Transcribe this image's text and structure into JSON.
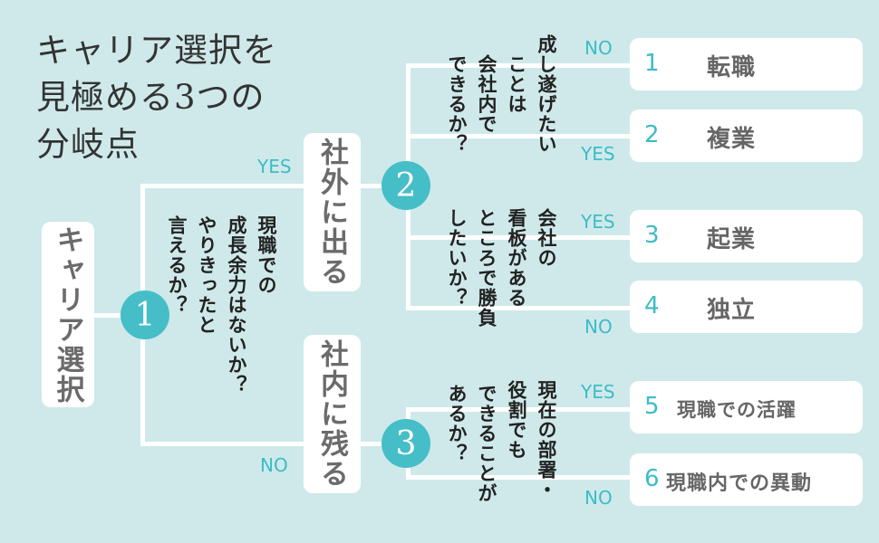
{
  "title": {
    "lines": [
      "キャリア選択を",
      "見極める3つの",
      "分岐点"
    ]
  },
  "start": {
    "label": "キャリア選択"
  },
  "nodes": [
    {
      "number": "1",
      "question_lines": [
        "現職での",
        "成長余力はないか？",
        "やりきったと",
        "言えるか？"
      ]
    },
    {
      "number": "2",
      "question_lines": [
        "成し遂げたい",
        "ことは",
        "会社内で",
        "できるか？"
      ],
      "question2_lines": [
        "会社の",
        "看板がある",
        "ところで勝負",
        "したいか？"
      ]
    },
    {
      "number": "3",
      "question_lines": [
        "現在の部署・",
        "役割でも",
        "できることが",
        "あるか？"
      ]
    }
  ],
  "branches": {
    "outside": "社外に出る",
    "inside": "社内に残る",
    "yes": "YES",
    "no": "NO"
  },
  "results": [
    {
      "number": "1",
      "label": "転職",
      "answer": "NO"
    },
    {
      "number": "2",
      "label": "複業",
      "answer": "YES"
    },
    {
      "number": "3",
      "label": "起業",
      "answer": "YES"
    },
    {
      "number": "4",
      "label": "独立",
      "answer": "NO"
    },
    {
      "number": "5",
      "label": "現職での活躍",
      "answer": "YES"
    },
    {
      "number": "6",
      "label": "現職内での異動",
      "answer": "NO"
    }
  ],
  "colors": {
    "background": "#cfe9ea",
    "accent": "#45bec8",
    "box": "#ffffff"
  }
}
